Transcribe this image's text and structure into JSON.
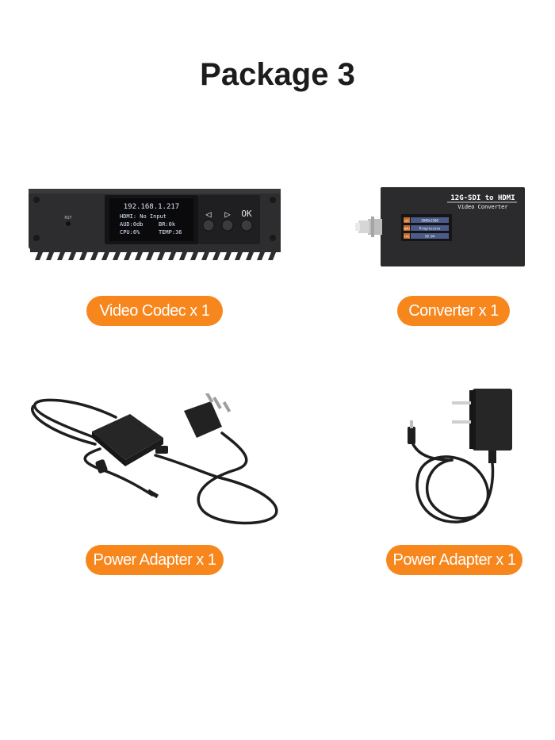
{
  "page": {
    "title": "Package 3"
  },
  "items": [
    {
      "label": "Video Codec x 1",
      "device": {
        "rst_label": "RST",
        "screen_lines": [
          "192.168.1.217",
          "HDMI: No Input",
          "AUD:0db",
          "BR:0k",
          "CPU:6%",
          "TEMP:36"
        ],
        "button_labels": [
          "◁",
          "▷",
          "OK"
        ]
      }
    },
    {
      "label": "Converter x 1",
      "device": {
        "title": "12G-SDI to HDMI",
        "subtitle": "Video Converter",
        "screen_rows": [
          {
            "tag": "SDI",
            "value": "3840x2160"
          },
          {
            "tag": "HDMI",
            "value": "Progressive"
          },
          {
            "tag": "FPS",
            "value": "59.94"
          }
        ]
      }
    },
    {
      "label": "Power Adapter x 1"
    },
    {
      "label": "Power Adapter x 1"
    }
  ],
  "colors": {
    "accent": "#f7861d",
    "device_body": "#2b2b2d",
    "screen_text": "#dfe7ff"
  }
}
